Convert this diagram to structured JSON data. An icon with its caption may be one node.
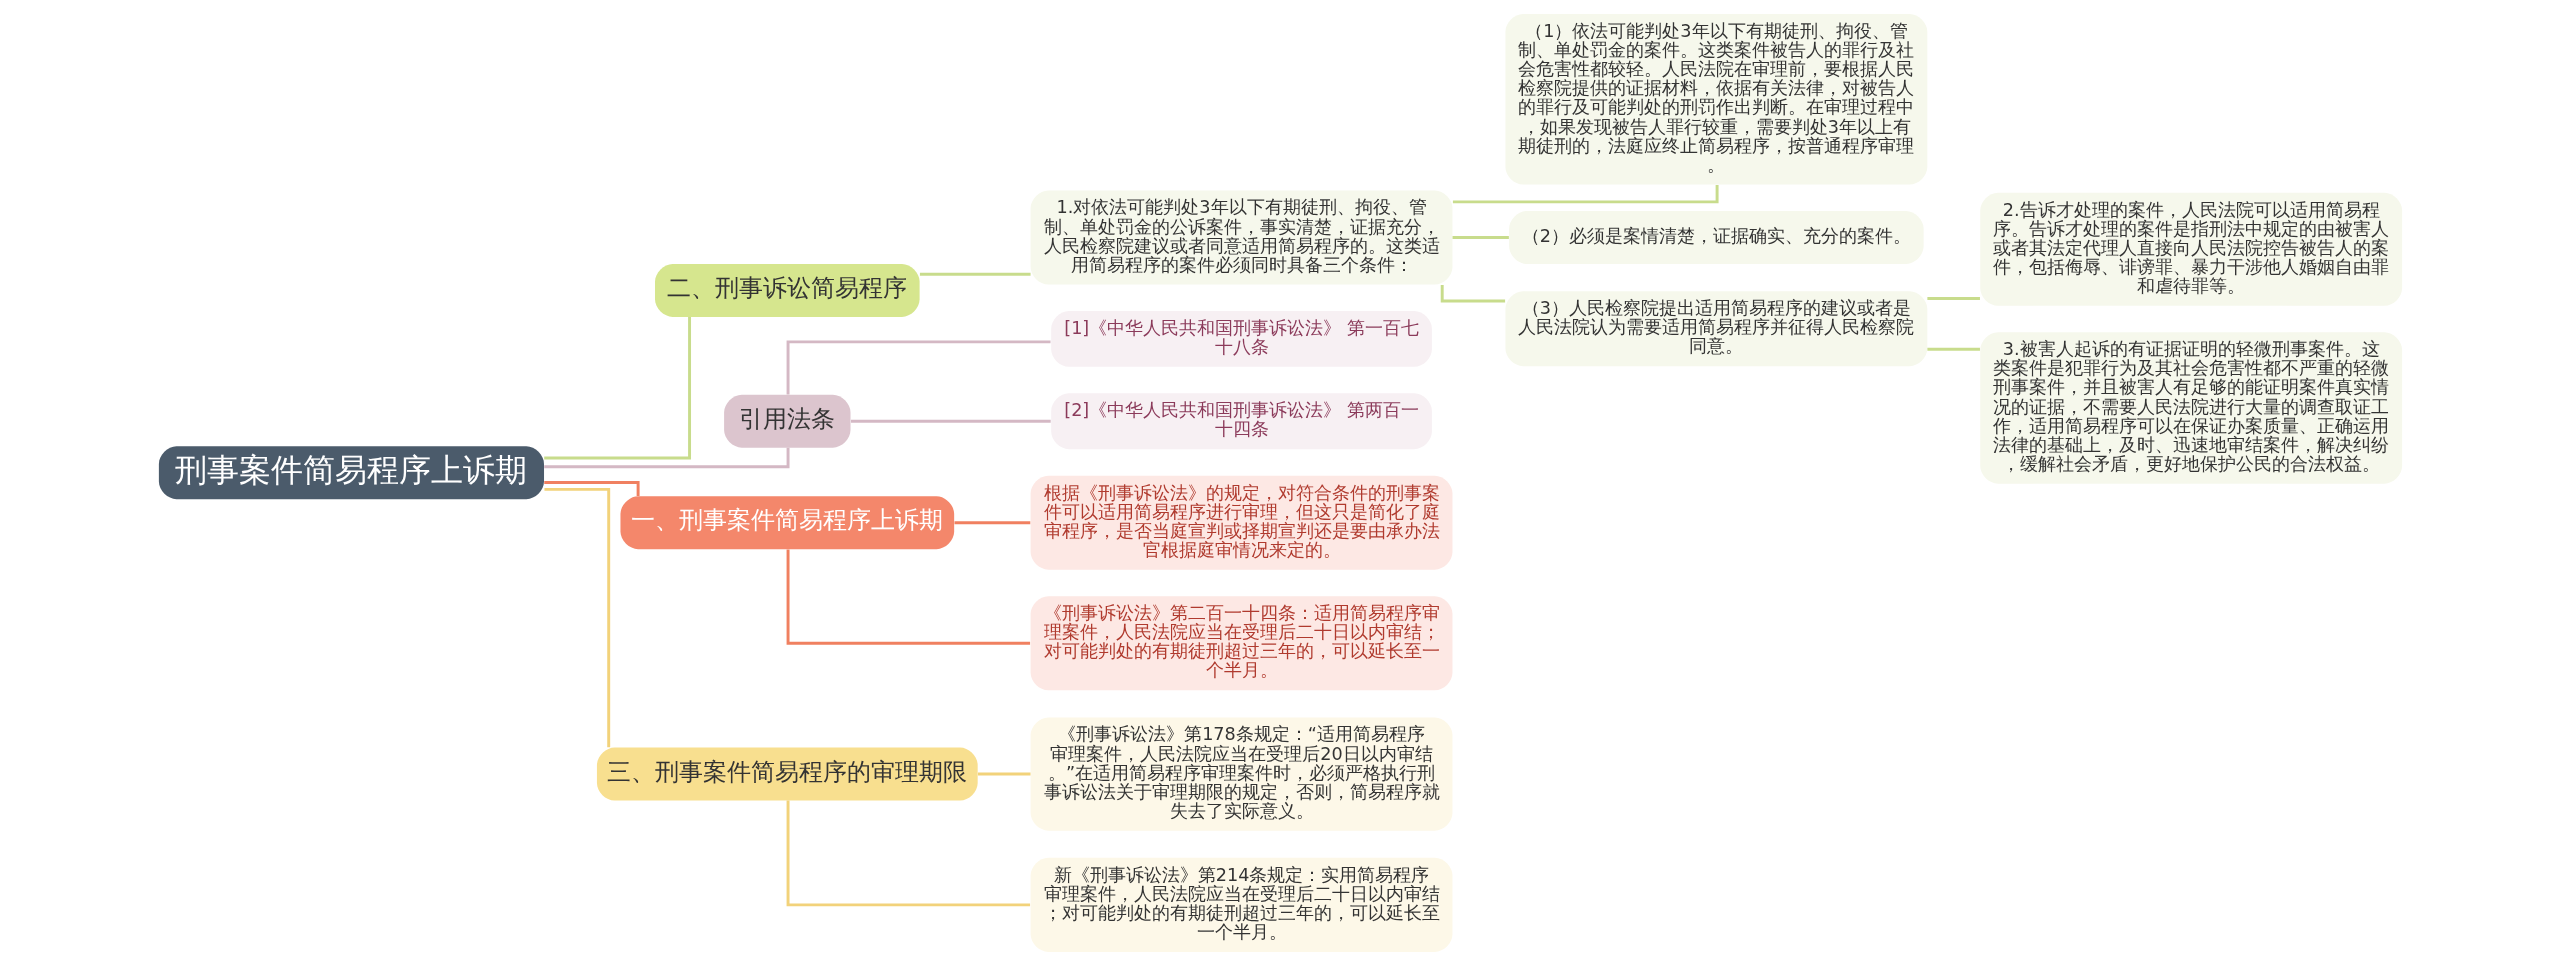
{
  "diagram": {
    "nodes": [
      {
        "text": [
          "刑事案件简易程序上诉期"
        ]
      },
      {
        "text": [
          "二、刑事诉讼简易程序"
        ]
      },
      {
        "text": [
          "1.对依法可能判处3年以下有期徒刑、拘役、管制、单处罚金的公诉案件，事实清楚，证据充分，人民检察院建议或者同意适用简易程序的。这类适用简易程序的案件必须同时具备三个条件："
        ]
      },
      {
        "text": [
          "（1）依法可能判处3年以下有期徒刑、拘役、管制、单处罚金的案件。这类案件被告人的罪行及社会危害性都较轻。人民法院在审理前，要根据人民检察院提供的证据材料，依据有关法律，对被告人的罪行及可能判处的刑罚作出判断。在审理过程中，如果发现被告人罪行较重，需要判处3年以上有期徒刑的，法庭应终止简易程序，按普通程序审理。"
        ]
      },
      {
        "text": [
          "（2）必须是案情清楚，证据确实、充分的案件。"
        ]
      },
      {
        "text": [
          "（3）人民检察院提出适用简易程序的建议或者是人民法院认为需要适用简易程序并征得人民检察院同意。"
        ]
      },
      {
        "text": [
          "2.告诉才处理的案件，人民法院可以适用简易程序。告诉才处理的案件是指刑法中规定的由被害人或者其法定代理人直接向人民法院控告被告人的案件，包括侮辱、诽谤罪、暴力干涉他人婚姻自由罪和虐待罪等。"
        ]
      },
      {
        "text": [
          "3.被害人起诉的有证据证明的轻微刑事案件。这类案件是犯罪行为及其社会危害性都不严重的轻微刑事案件，并且被害人有足够的能证明案件真实情况的证据，不需要人民法院进行大量的调查取证工作，适用简易程序可以在保证办案质量、正确运用法律的基础上，及时、迅速地审结案件，解决纠纷，缓解社会矛盾，更好地保护公民的合法权益。"
        ]
      },
      {
        "text": [
          "引用法条"
        ]
      },
      {
        "text": [
          "[1]《中华人民共和国刑事诉讼法》 第一百七十八条"
        ]
      },
      {
        "text": [
          "[2]《中华人民共和国刑事诉讼法》 第两百一十四条"
        ]
      },
      {
        "text": [
          "一、刑事案件简易程序上诉期"
        ]
      },
      {
        "text": [
          "根据《刑事诉讼法》的规定，对符合条件的刑事案件可以适用简易程序进行审理，但这只是简化了庭审程序，是否当庭宣判或择期宣判还是要由承办法官根据庭审情况来定的。"
        ]
      },
      {
        "text": [
          "《刑事诉讼法》第二百一十四条：适用简易程序审理案件，人民法院应当在受理后二十日以内审结；对可能判处的有期徒刑超过三年的，可以延长至一个半月。"
        ]
      },
      {
        "text": [
          "三、刑事案件简易程序的审理期限"
        ]
      },
      {
        "text": [
          "《刑事诉讼法》第178条规定：“适用简易程序审理案件，人民法院应当在受理后20日以内审结。”在适用简易程序审理案件时，必须严格执行刑事诉讼法关于审理期限的规定，否则，简易程序就失去了实际意义。"
        ]
      },
      {
        "text": [
          "新《刑事诉讼法》第214条规定：实用简易程序审理案件，人民法院应当在受理后二十日以内审结；对可能判处的有期徒刑超过三年的，可以延长至一个半月。"
        ]
      }
    ],
    "edges": [
      {
        "from": 0,
        "to": 1,
        "arrow": "none"
      },
      {
        "from": 1,
        "to": 2,
        "arrow": "none"
      },
      {
        "from": 2,
        "to": 3,
        "arrow": "none"
      },
      {
        "from": 2,
        "to": 4,
        "arrow": "none"
      },
      {
        "from": 2,
        "to": 5,
        "arrow": "none"
      },
      {
        "from": 5,
        "to": 6,
        "arrow": "none"
      },
      {
        "from": 5,
        "to": 7,
        "arrow": "none"
      },
      {
        "from": 0,
        "to": 8,
        "arrow": "none",
        "color": "#d4b8c4"
      },
      {
        "from": 8,
        "to": 9,
        "arrow": "none",
        "color": "#d4b8c4"
      },
      {
        "from": 8,
        "to": 10,
        "arrow": "none",
        "color": "#d4b8c4"
      },
      {
        "from": 0,
        "to": 11,
        "arrow": "none",
        "color": "#f08060"
      },
      {
        "from": 11,
        "to": 12,
        "arrow": "none",
        "color": "#f08060"
      },
      {
        "from": 11,
        "to": 13,
        "arrow": "none",
        "color": "#f08060"
      },
      {
        "from": 0,
        "to": 14,
        "arrow": "none",
        "color": "#f2d27a"
      },
      {
        "from": 14,
        "to": 15,
        "arrow": "none",
        "color": "#f2d27a"
      },
      {
        "from": 14,
        "to": 16,
        "arrow": "none",
        "color": "#f2d27a"
      }
    ]
  }
}
